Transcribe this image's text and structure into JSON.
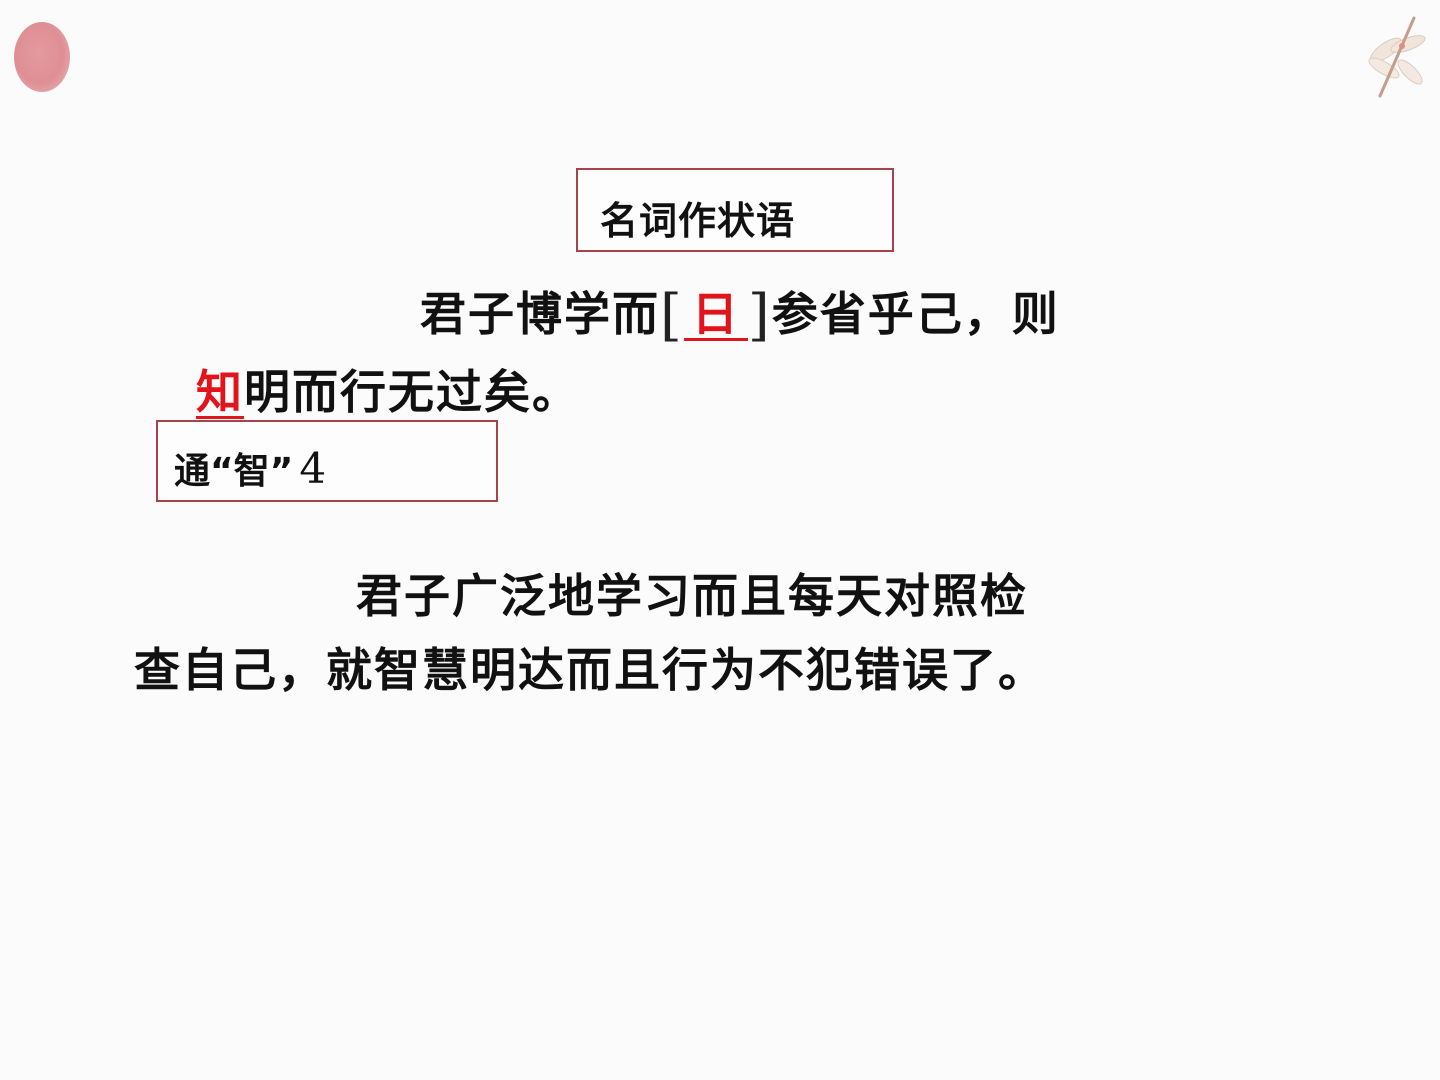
{
  "decorations": {
    "circle_color": "#de8f95",
    "dragonfly_icon": "dragonfly-icon"
  },
  "colors": {
    "accent_red": "#e2131b",
    "box_border": "#a5434a"
  },
  "label_1": "名词作状语",
  "label_2": {
    "text": "通“智”",
    "number": "4"
  },
  "sentence": {
    "part1": "君子博学而",
    "bracket_open": "[",
    "blank_word": "日",
    "bracket_close": "]",
    "part2": "参省乎己，则",
    "highlight_word": "知",
    "part3": "明而行无过矣。"
  },
  "translation": {
    "line1": "君子广泛地学习而且每天对照检",
    "line2": "查自己，就智慧明达而且行为不犯错误了。"
  }
}
